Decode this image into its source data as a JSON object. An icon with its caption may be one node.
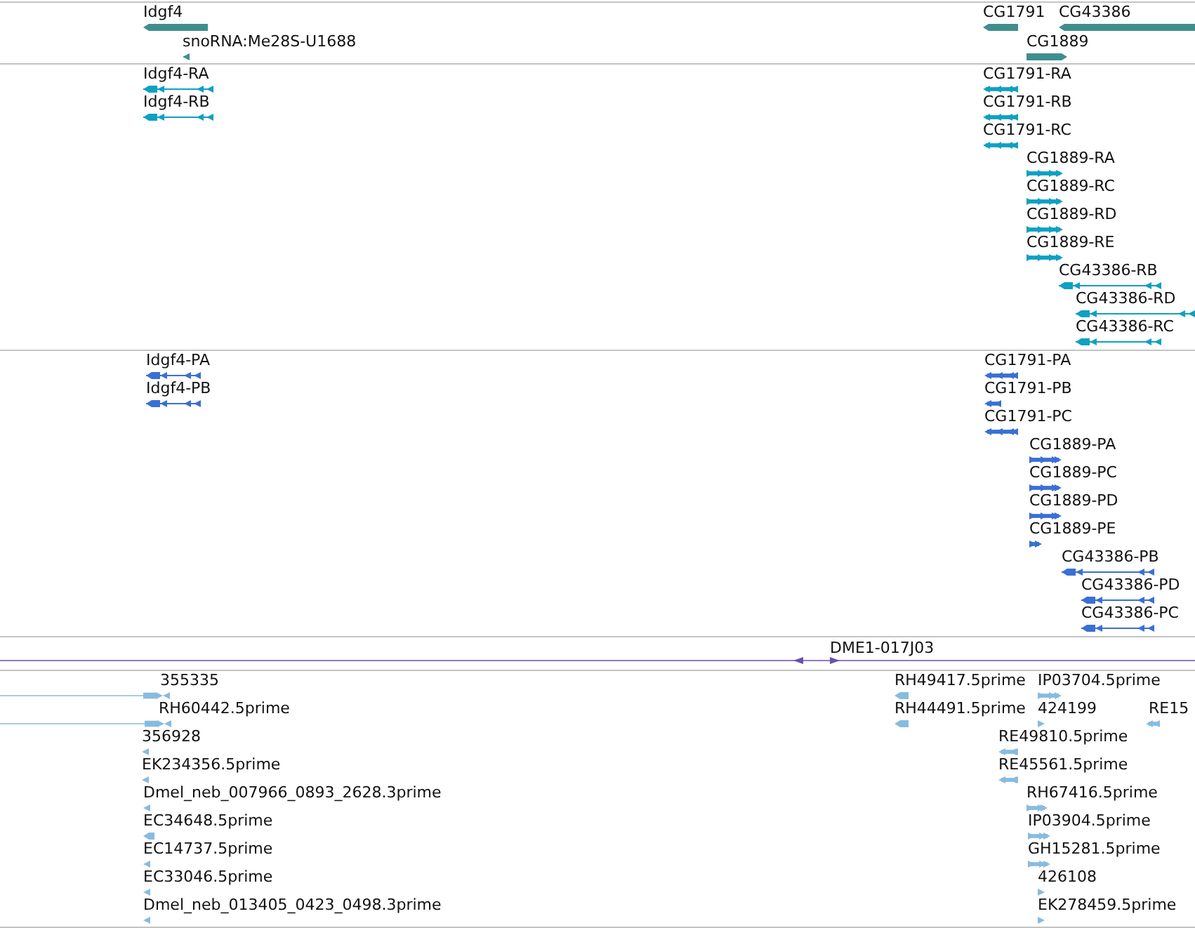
{
  "diagram": {
    "labels": [
      "Idgf4",
      "CG1791",
      "CG43386",
      "snoRNA:Me28S-U1688",
      "CG1889",
      "Idgf4-RA",
      "CG1791-RA",
      "Idgf4-RB",
      "CG1791-RB",
      "CG1791-RC",
      "CG1889-RA",
      "CG1889-RC",
      "CG1889-RD",
      "CG1889-RE",
      "CG43386-RB",
      "CG43386-RD",
      "CG43386-RC",
      "Idgf4-PA",
      "CG1791-PA",
      "Idgf4-PB",
      "CG1791-PB",
      "CG1791-PC",
      "CG1889-PA",
      "CG1889-PC",
      "CG1889-PD",
      "CG1889-PE",
      "CG43386-PB",
      "CG43386-PD",
      "CG43386-PC",
      "DME1-017J03",
      "355335",
      "RH49417.5prime",
      "IP03704.5prime",
      "RH60442.5prime",
      "RH44491.5prime",
      "424199",
      "RE15",
      "356928",
      "RE49810.5prime",
      "EK234356.5prime",
      "RE45561.5prime",
      "Dmel_neb_007966_0893_2628.3prime",
      "RH67416.5prime",
      "EC34648.5prime",
      "IP03904.5prime",
      "EC14737.5prime",
      "GH15281.5prime",
      "EC33046.5prime",
      "426108",
      "Dmel_neb_013405_0423_0498.3prime",
      "EK278459.5prime"
    ]
  }
}
